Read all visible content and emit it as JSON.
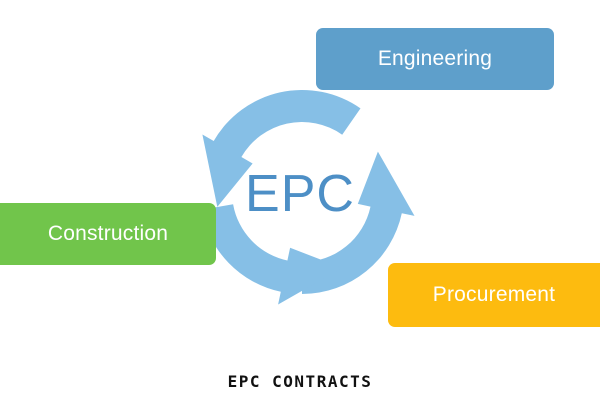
{
  "center": {
    "label": "EPC"
  },
  "stages": [
    {
      "label": "Engineering"
    },
    {
      "label": "Procurement"
    },
    {
      "label": "Construction"
    }
  ],
  "caption": "EPC CONTRACTS",
  "colors": {
    "engineering": "#5e9fcb",
    "procurement": "#fdbb0f",
    "construction": "#71c54b",
    "cycle_arrows": "#86bfe6",
    "center_text": "#4d8fc6"
  }
}
